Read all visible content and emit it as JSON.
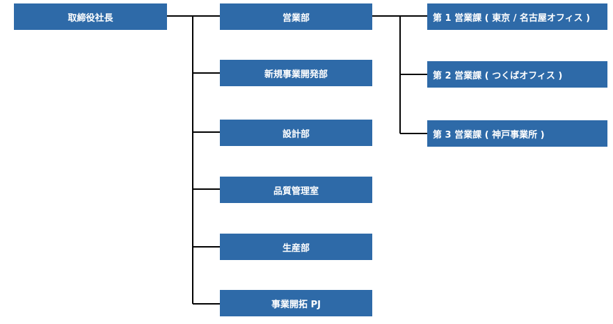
{
  "org_chart": {
    "root": "取締役社長",
    "departments": [
      "営業部",
      "新規事業開発部",
      "設計部",
      "品質管理室",
      "生産部",
      "事業開拓 PJ"
    ],
    "sales_sections": [
      "第 1 営業課 ( 東京 / 名古屋オフィス )",
      "第 2 営業課 ( つくばオフィス )",
      "第 3 営業課 ( 神戸事業所 )"
    ]
  },
  "colors": {
    "box_fill": "#2e6aa8",
    "box_text": "#ffffff",
    "connector": "#000000"
  }
}
